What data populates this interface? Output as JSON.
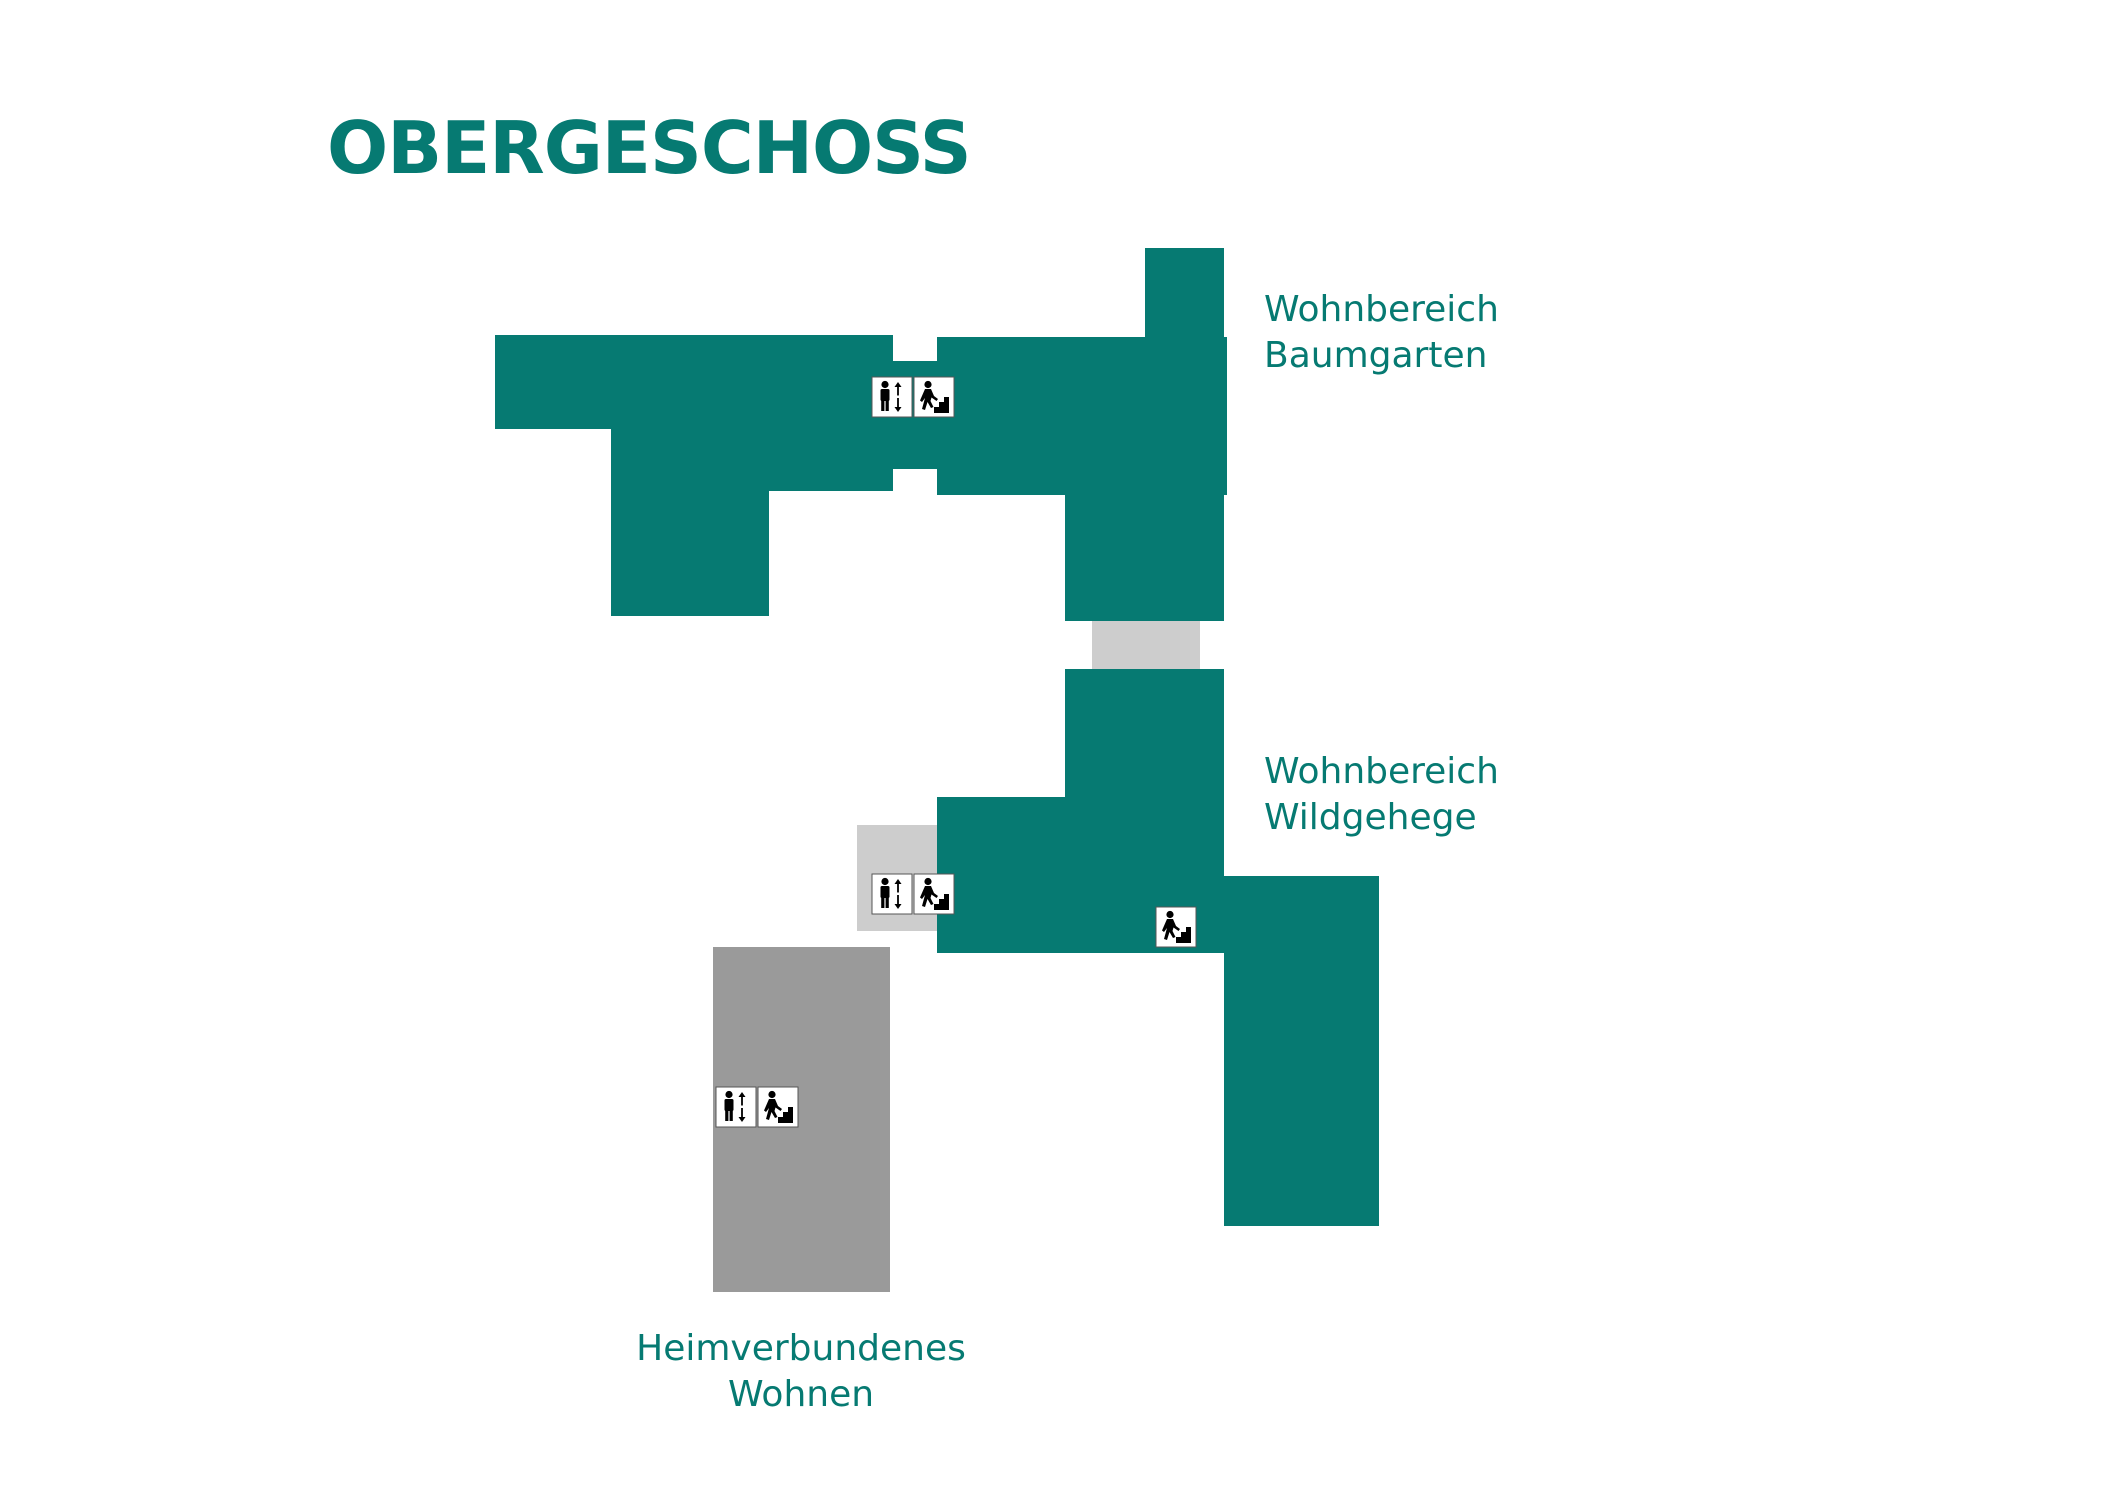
{
  "title": "OBERGESCHOSS",
  "colors": {
    "accent": "#067a72",
    "wing_primary": "#067a72",
    "connector": "#cdcdcd",
    "annex": "#9a9a9a",
    "icon_bg": "#ffffff",
    "icon_fg": "#000000"
  },
  "areas": {
    "baumgarten": {
      "line1": "Wohnbereich",
      "line2": "Baumgarten"
    },
    "wildgehege": {
      "line1": "Wohnbereich",
      "line2": "Wildgehege"
    },
    "heimverbundenes": {
      "line1": "Heimverbundenes",
      "line2": "Wohnen"
    }
  },
  "icons": {
    "elevator": "elevator-icon",
    "stairs": "stairs-icon"
  }
}
